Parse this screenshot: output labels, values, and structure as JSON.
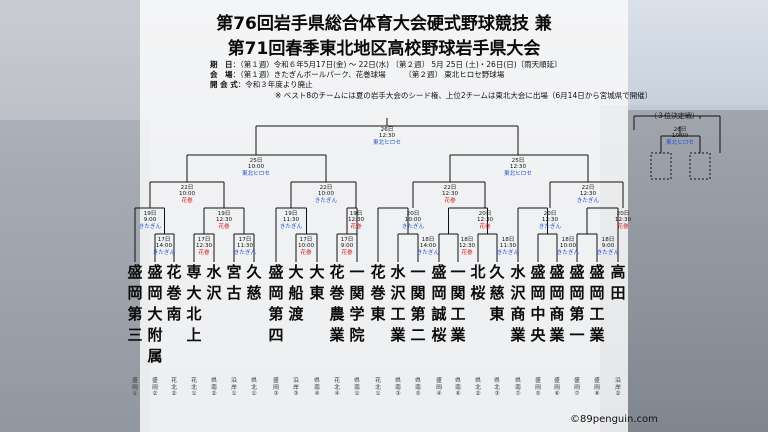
{
  "title_line1": "第76回岩手県総合体育大会硬式野球競技 兼",
  "title_line2": "第71回春季東北地区高校野球岩手県大会",
  "info": {
    "period_label": "期　日",
    "period_text": "：（第１週）令和６年5月17日(金) ～ 22日(水) 〔第２週〕 5月 25日 (土)・26日(日)〔雨天順延〕",
    "venue_label": "会　場",
    "venue_text": "：（第１週）きたぎんボールパーク、花巻球場　　　〔第２週〕 東北ヒロセ野球場",
    "opening_label": "開 会 式",
    "opening_text": "：令和３年度より廃止",
    "note": "※ ベスト8のチームには夏の岩手大会のシード権、上位2チームは東北大会に出場（6月14日から宮城県で開催）"
  },
  "third_place_label": "（３位決定戦）",
  "matches": {
    "final": {
      "date": "26日",
      "time": "12:30",
      "venue": "東北ヒロセ"
    },
    "third": {
      "date": "26日",
      "time": "10:00",
      "venue": "東北ヒロセ"
    },
    "sf1": {
      "date": "25日",
      "time": "10:00",
      "venue": "東北ヒロセ"
    },
    "sf2": {
      "date": "25日",
      "time": "12:30",
      "venue": "東北ヒロセ"
    },
    "qf1": {
      "date": "22日",
      "time": "10:00",
      "venue": "花巻"
    },
    "qf2": {
      "date": "22日",
      "time": "10:00",
      "venue": "きたぎん"
    },
    "qf3": {
      "date": "22日",
      "time": "12:30",
      "venue": "花巻"
    },
    "qf4": {
      "date": "22日",
      "time": "12:30",
      "venue": "きたぎん"
    },
    "r16_1": {
      "date": "19日",
      "time": "9:00",
      "venue": "きたぎん"
    },
    "r16_2": {
      "date": "19日",
      "time": "12:30",
      "venue": "花巻"
    },
    "r16_3": {
      "date": "19日",
      "time": "11:30",
      "venue": "きたぎん"
    },
    "r16_4": {
      "date": "19日",
      "time": "12:30",
      "venue": "花巻"
    },
    "r16_5": {
      "date": "20日",
      "time": "10:00",
      "venue": "きたぎん"
    },
    "r16_6": {
      "date": "20日",
      "time": "12:30",
      "venue": "花巻"
    },
    "r16_7": {
      "date": "20日",
      "time": "12:30",
      "venue": "きたぎん"
    },
    "r16_8": {
      "date": "20日",
      "time": "12:30",
      "venue": "花巻"
    },
    "r1_1": {
      "date": "17日",
      "time": "14:00",
      "venue": "きたぎん"
    },
    "r1_2": {
      "date": "17日",
      "time": "12:30",
      "venue": "花巻"
    },
    "r1_3": {
      "date": "17日",
      "time": "11:30",
      "venue": "きたぎん"
    },
    "r1_4": {
      "date": "17日",
      "time": "10:00",
      "venue": "花巻"
    },
    "r1_5": {
      "date": "17日",
      "time": "9:00",
      "venue": "花巻"
    },
    "r1_6": {
      "date": "18日",
      "time": "14:00",
      "venue": "きたぎん"
    },
    "r1_7": {
      "date": "18日",
      "time": "12:30",
      "venue": "花巻"
    },
    "r1_8": {
      "date": "18日",
      "time": "11:30",
      "venue": "きたぎん"
    },
    "r1_9": {
      "date": "18日",
      "time": "10:00",
      "venue": "きたぎん"
    },
    "r1_10": {
      "date": "18日",
      "time": "9:00",
      "venue": "きたぎん"
    }
  },
  "teams": [
    {
      "name": "盛岡第三",
      "area": "盛岡①"
    },
    {
      "name": "盛岡大附属",
      "area": "盛岡②"
    },
    {
      "name": "花巻南",
      "area": "花北②"
    },
    {
      "name": "専大北上",
      "area": "花北①"
    },
    {
      "name": "水沢",
      "area": "県南②"
    },
    {
      "name": "宮古",
      "area": "沿岸①"
    },
    {
      "name": "久慈",
      "area": "県北①"
    },
    {
      "name": "盛岡第四",
      "area": "盛岡③"
    },
    {
      "name": "大船渡",
      "area": "沿岸③"
    },
    {
      "name": "大東",
      "area": "県南④"
    },
    {
      "name": "花巻農業",
      "area": "花北④"
    },
    {
      "name": "一関学院",
      "area": "県南①"
    },
    {
      "name": "花巻東",
      "area": "花北①"
    },
    {
      "name": "水沢工業",
      "area": "県南③"
    },
    {
      "name": "一関第二",
      "area": "県南⑤"
    },
    {
      "name": "盛岡誠桜",
      "area": "盛岡④"
    },
    {
      "name": "一関工業",
      "area": "県南⑥"
    },
    {
      "name": "北桜",
      "area": "県北②"
    },
    {
      "name": "久慈東",
      "area": "県北③"
    },
    {
      "name": "水沢商業",
      "area": "県南⑦"
    },
    {
      "name": "盛岡中央",
      "area": "盛岡⑤"
    },
    {
      "name": "盛岡商業",
      "area": "盛岡⑥"
    },
    {
      "name": "盛岡第一",
      "area": "盛岡⑦"
    },
    {
      "name": "盛岡工業",
      "area": "盛岡⑧"
    },
    {
      "name": "高田",
      "area": "沿岸②"
    }
  ],
  "copyright": "©89penguin.com",
  "colors": {
    "line": "#111111",
    "venue_blue": "#1e4fd6",
    "venue_red": "#d81c1c"
  }
}
